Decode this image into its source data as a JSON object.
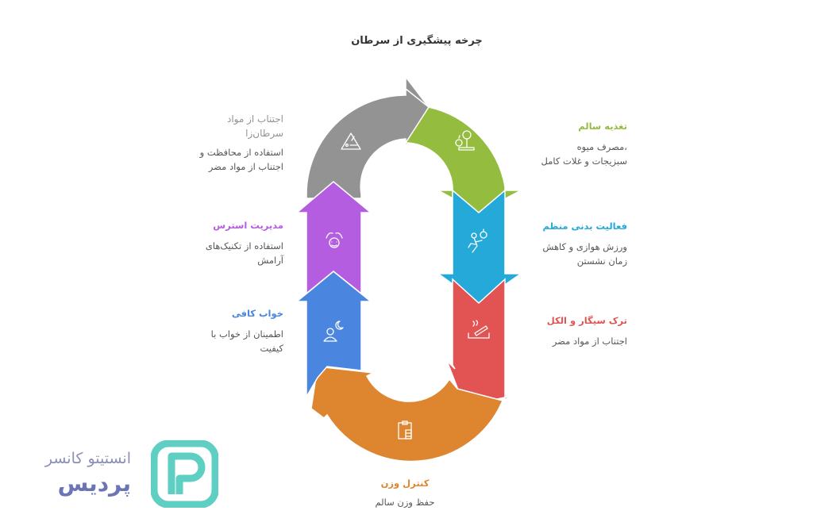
{
  "title": "چرخه پیشگیری از سرطان",
  "colors": {
    "gray": "#939393",
    "green": "#94bd3f",
    "blue_light": "#25a9d9",
    "red": "#e25454",
    "orange": "#de8530",
    "blue": "#4a86e0",
    "purple": "#b55de0"
  },
  "steps": [
    {
      "id": "healthy-nutrition",
      "heading": "تغذیه سالم",
      "desc_lines": [
        "،مصرف میوه",
        "سبزیجات و غلات کامل"
      ],
      "color": "#94bd3f",
      "icon": "scale-apple-icon"
    },
    {
      "id": "regular-activity",
      "heading": "فعالیت بدنی منظم",
      "desc_lines": [
        "ورزش هوازی و کاهش",
        "زمان نشستن"
      ],
      "color": "#25a9d9",
      "icon": "running-stopwatch-icon"
    },
    {
      "id": "quit-smoking",
      "heading": "ترک سیگار و الکل",
      "desc_lines": [
        "اجتناب از مواد مضر"
      ],
      "color": "#e25454",
      "icon": "cigarette-icon"
    },
    {
      "id": "weight-control",
      "heading": "کنترل وزن",
      "desc_lines": [
        "حفظ وزن سالم"
      ],
      "color": "#de8530",
      "icon": "clipboard-icon"
    },
    {
      "id": "enough-sleep",
      "heading": "خواب کافی",
      "desc_lines": [
        "اطمینان از خواب با",
        "کیفیت"
      ],
      "color": "#4a86e0",
      "icon": "sleep-moon-icon"
    },
    {
      "id": "stress-management",
      "heading": "مدیریت استرس",
      "desc_lines": [
        "استفاده از تکنیک‌های",
        "آرامش"
      ],
      "color": "#b55de0",
      "icon": "calm-face-icon"
    },
    {
      "id": "avoid-carcinogens",
      "heading_lines": [
        "اجتناب از مواد",
        "سرطان‌زا"
      ],
      "desc_lines": [
        "استفاده از محافظت و",
        "اجتناب از مواد مضر"
      ],
      "color": "#939393",
      "icon": "warning-triangle-icon"
    }
  ],
  "logo": {
    "line1": "انستیتو کانسر",
    "line2": "پردیس",
    "color_icon": "#5ecfc2",
    "color_text": "#6b74b5"
  }
}
